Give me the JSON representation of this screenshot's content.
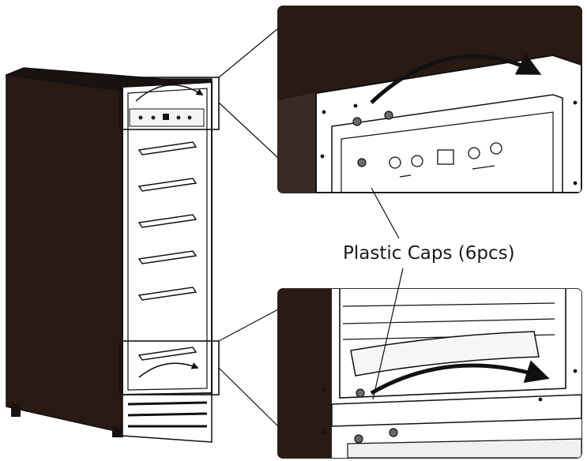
{
  "callout": {
    "label": "Plastic Caps (6pcs)"
  },
  "colors": {
    "cabinet": "#2a1a14",
    "line": "#111111",
    "zoom_bg": "#e9e9e9",
    "white": "#ffffff"
  },
  "elements": {
    "cabinet": "wine-cooler-cabinet",
    "top_inset": "top-detail-inset",
    "bottom_inset": "bottom-detail-inset",
    "arrows": "curved-arrow-icon"
  }
}
